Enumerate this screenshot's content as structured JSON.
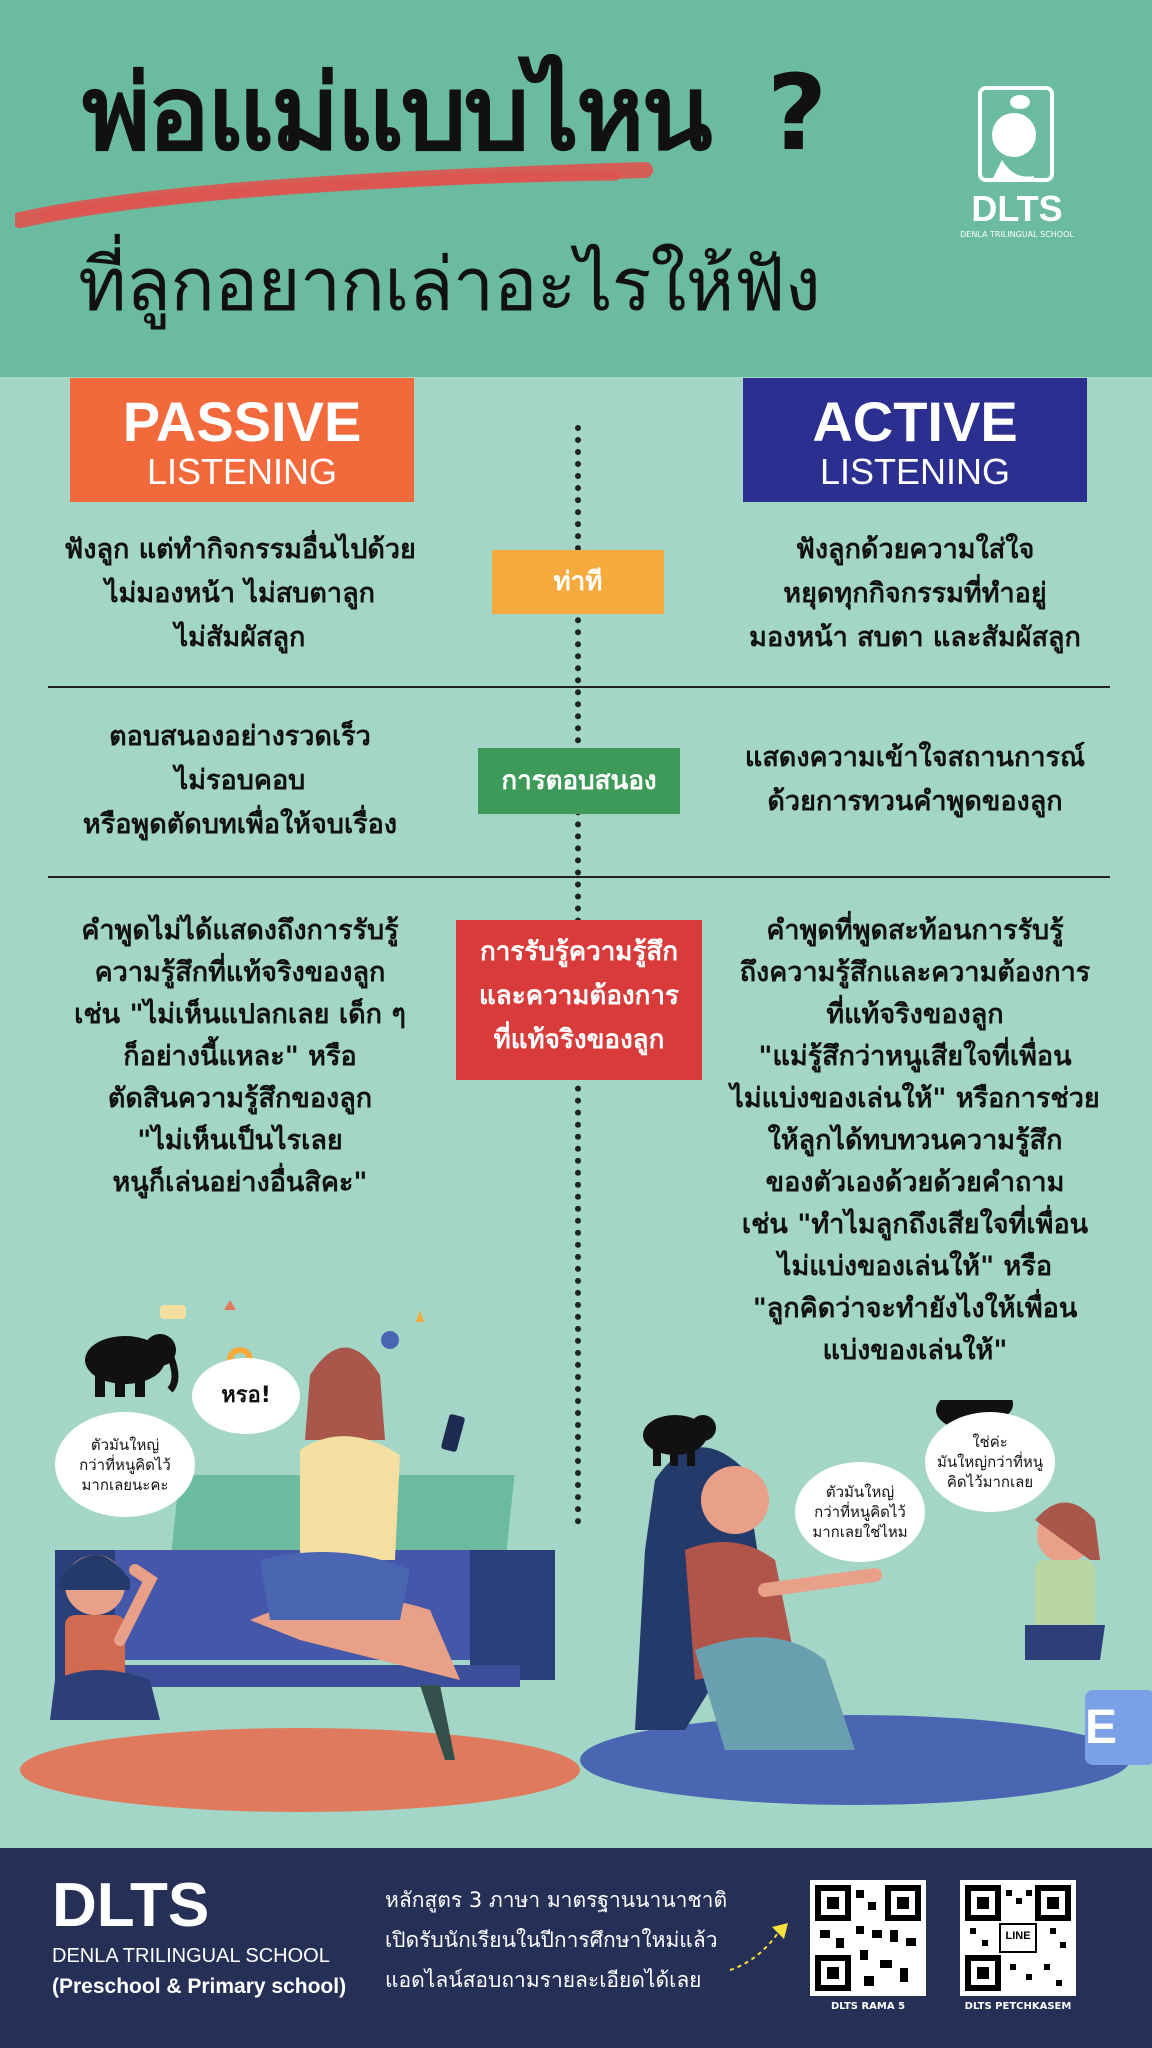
{
  "header": {
    "title_main": "พ่อแม่แบบไหน",
    "title_q": "?",
    "subtitle": "ที่ลูกอยากเล่าอะไรให้ฟัง",
    "logo_text": "DLTS",
    "logo_sub": "DENLA TRILINGUAL SCHOOL"
  },
  "passive": {
    "title": "PASSIVE",
    "subtitle": "LISTENING",
    "row1": [
      "ฟังลูก แต่ทำกิจกรรมอื่นไปด้วย",
      "ไม่มองหน้า ไม่สบตาลูก",
      "ไม่สัมผัสลูก"
    ],
    "row2": [
      "ตอบสนองอย่างรวดเร็ว",
      "ไม่รอบคอบ",
      "หรือพูดตัดบทเพื่อให้จบเรื่อง"
    ],
    "row3": [
      "คำพูดไม่ได้แสดงถึงการรับรู้",
      "ความรู้สึกที่แท้จริงของลูก",
      "เช่น \"ไม่เห็นแปลกเลย เด็ก ๆ",
      "ก็อย่างนี้แหละ\" หรือ",
      "ตัดสินความรู้สึกของลูก",
      "\"ไม่เห็นเป็นไรเลย",
      "หนูก็เล่นอย่างอื่นสิคะ\""
    ]
  },
  "active": {
    "title": "ACTIVE",
    "subtitle": "LISTENING",
    "row1": [
      "ฟังลูกด้วยความใส่ใจ",
      "หยุดทุกกิจกรรมที่ทำอยู่",
      "มองหน้า สบตา และสัมผัสลูก"
    ],
    "row2": [
      "แสดงความเข้าใจสถานการณ์",
      "ด้วยการทวนคำพูดของลูก"
    ],
    "row3": [
      "คำพูดที่พูดสะท้อนการรับรู้",
      "ถึงความรู้สึกและความต้องการ",
      "ที่แท้จริงของลูก",
      "\"แม่รู้สึกว่าหนูเสียใจที่เพื่อน",
      "ไม่แบ่งของเล่นให้\"  หรือการช่วย",
      "ให้ลูกได้ทบทวนความรู้สึก",
      "ของตัวเองด้วยด้วยคำถาม",
      "เช่น \"ทำไมลูกถึงเสียใจที่เพื่อน",
      "ไม่แบ่งของเล่นให้\" หรือ",
      "\"ลูกคิดว่าจะทำยังไงให้เพื่อน",
      "แบ่งของเล่นให้\""
    ]
  },
  "middle": {
    "tag1": "ท่าที",
    "tag2": "การตอบสนอง",
    "tag3": [
      "การรับรู้ความรู้สึก",
      "และความต้องการ",
      "ที่แท้จริงของลูก"
    ]
  },
  "bubbles": {
    "passive_child": [
      "ตัวมันใหญ่",
      "กว่าที่หนูคิดไว้",
      "มากเลยนะคะ"
    ],
    "passive_mom": "หรอ!",
    "active_mom": [
      "ตัวมันใหญ่",
      "กว่าที่หนูคิดไว้",
      "มากเลยใช่ไหม"
    ],
    "active_child": [
      "ใช่ค่ะ",
      "มันใหญ่กว่าที่หนู",
      "คิดไว้มากเลย"
    ]
  },
  "block_letter": "E",
  "footer": {
    "brand": "DLTS",
    "school": "DENLA TRILINGUAL SCHOOL",
    "level": "(Preschool & Primary school)",
    "lines": [
      "หลักสูตร 3 ภาษา มาตรฐานนานาชาติ",
      "เปิดรับนักเรียนในปีการศึกษาใหม่แล้ว",
      "แอดไลน์สอบถามรายละเอียดได้เลย"
    ],
    "qr1_label": "DLTS RAMA 5",
    "qr2_label": "DLTS PETCHKASEM",
    "qr2_center": "LINE"
  },
  "colors": {
    "header_bg": "#6bbba1",
    "body_bg": "#a3d6c6",
    "passive": "#f26a3b",
    "active": "#2b2f8f",
    "tag1": "#f6aa3c",
    "tag2": "#3d9a58",
    "tag3": "#d93a3a",
    "footer": "#263056"
  }
}
